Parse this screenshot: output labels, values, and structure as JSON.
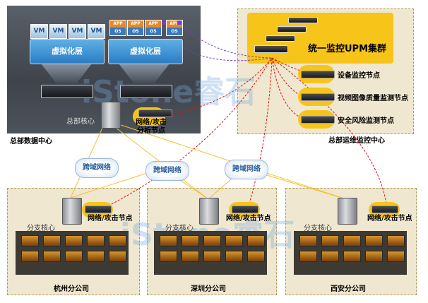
{
  "hq_datacenter": {
    "label": "总部数据中心",
    "vm_label": "VM",
    "app_label": "APP",
    "os_label": "OS",
    "virtualization_label": "虚拟化层",
    "core_label": "总部核心",
    "node_label": "网络/攻击分析节点"
  },
  "ops_center": {
    "label": "总部运维监控中心",
    "cluster_label": "统一监控UPM集群",
    "nodes": [
      "设备监控节点",
      "视频图像质量监测节点",
      "安全风险监测节点"
    ]
  },
  "wan": {
    "cloud_label": "跨域网络"
  },
  "branches": [
    {
      "name": "杭州分公司",
      "core_label": "分支核心",
      "node_label": "网络/攻击节点"
    },
    {
      "name": "深圳分公司",
      "core_label": "分支核心",
      "node_label": "网络/攻击节点"
    },
    {
      "name": "西安分公司",
      "core_label": "分支核心",
      "node_label": "网络/攻击节点"
    }
  ],
  "watermark": {
    "text": "iStone",
    "text_cn": "睿石"
  },
  "colors": {
    "accent": "#f7c51a",
    "link_red": "#e01010",
    "link_purple": "#7a3fbf",
    "link_yellow": "#f2c22c"
  }
}
